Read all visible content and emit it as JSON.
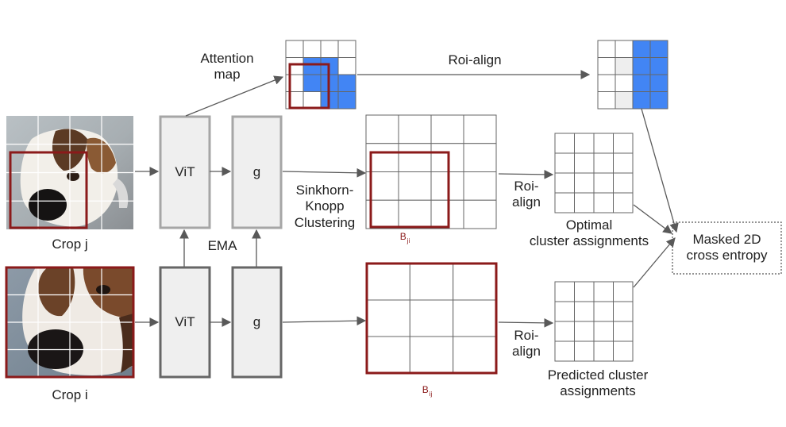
{
  "labels": {
    "attention_map": [
      "Attention",
      "map"
    ],
    "roi_align_top": "Roi-align",
    "vit_top": "ViT",
    "vit_bottom": "ViT",
    "g_top": "g",
    "g_bottom": "g",
    "ema": "EMA",
    "sinkhorn": [
      "Sinkhorn-",
      "Knopp",
      "Clustering"
    ],
    "roi_align_mid": [
      "Roi-",
      "align"
    ],
    "roi_align_bot": [
      "Roi-",
      "align"
    ],
    "optimal": [
      "Optimal",
      "cluster assignments"
    ],
    "predicted": [
      "Predicted cluster",
      "assignments"
    ],
    "masked": [
      "Masked 2D",
      "cross entropy"
    ],
    "crop_j": "Crop j",
    "crop_i": "Crop i",
    "b_ji": {
      "base": "B",
      "sub": "ji"
    },
    "b_ij": {
      "base": "B",
      "sub": "ij"
    }
  },
  "colors": {
    "highlight": "#4285f4",
    "light_cell": "#eeeeee",
    "crop_border": "#8b1a1a",
    "box_fill": "#efefef",
    "box_stroke_top": "#a6a6a6",
    "box_stroke_bottom": "#666666",
    "arrow": "#595959"
  },
  "attention_grid": {
    "cells": [
      [
        0,
        0,
        0,
        0
      ],
      [
        0,
        1,
        1,
        0
      ],
      [
        0,
        1,
        1,
        1
      ],
      [
        0,
        0,
        1,
        1
      ]
    ]
  },
  "aligned_grid": {
    "cells": [
      [
        0,
        0,
        1,
        1
      ],
      [
        0,
        2,
        1,
        1
      ],
      [
        0,
        0,
        1,
        1
      ],
      [
        0,
        2,
        1,
        1
      ]
    ]
  }
}
